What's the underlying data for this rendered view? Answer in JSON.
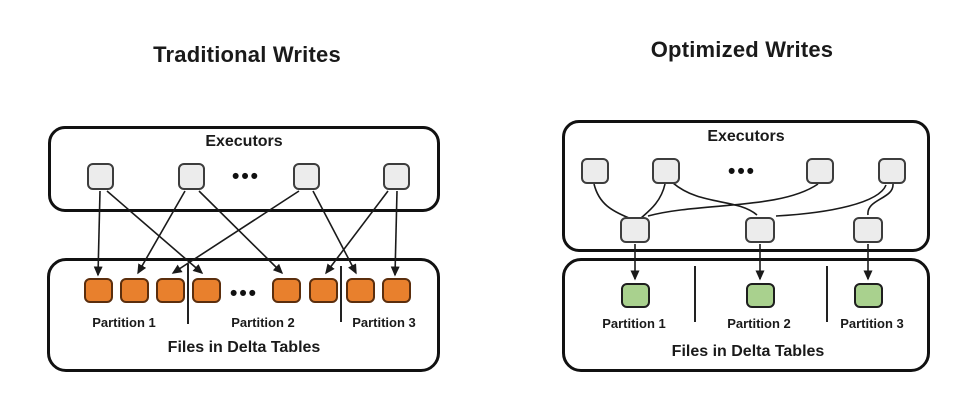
{
  "colors": {
    "background": "#ffffff",
    "container_border": "#111111",
    "executor_fill": "#ECECEC",
    "executor_border": "#3D3D3D",
    "file_orange_fill": "#E8802D",
    "file_orange_border": "#5B2E0D",
    "file_green_fill": "#A9D18E",
    "file_green_border": "#1E1E1E",
    "text": "#1A1A1A",
    "line": "#1A1A1A"
  },
  "left_panel": {
    "title": "Traditional Writes",
    "executors_label": "Executors",
    "executor_count": 4,
    "file_box_count": 8,
    "ellipsis": "•••",
    "partition_labels": [
      "Partition 1",
      "Partition 2",
      "Partition 3"
    ],
    "caption": "Files in Delta Tables"
  },
  "right_panel": {
    "title": "Optimized Writes",
    "executors_label": "Executors",
    "executor_count": 4,
    "shuffle_node_count": 3,
    "file_box_count": 3,
    "ellipsis": "•••",
    "partition_labels": [
      "Partition 1",
      "Partition 2",
      "Partition 3"
    ],
    "caption": "Files in Delta Tables"
  }
}
